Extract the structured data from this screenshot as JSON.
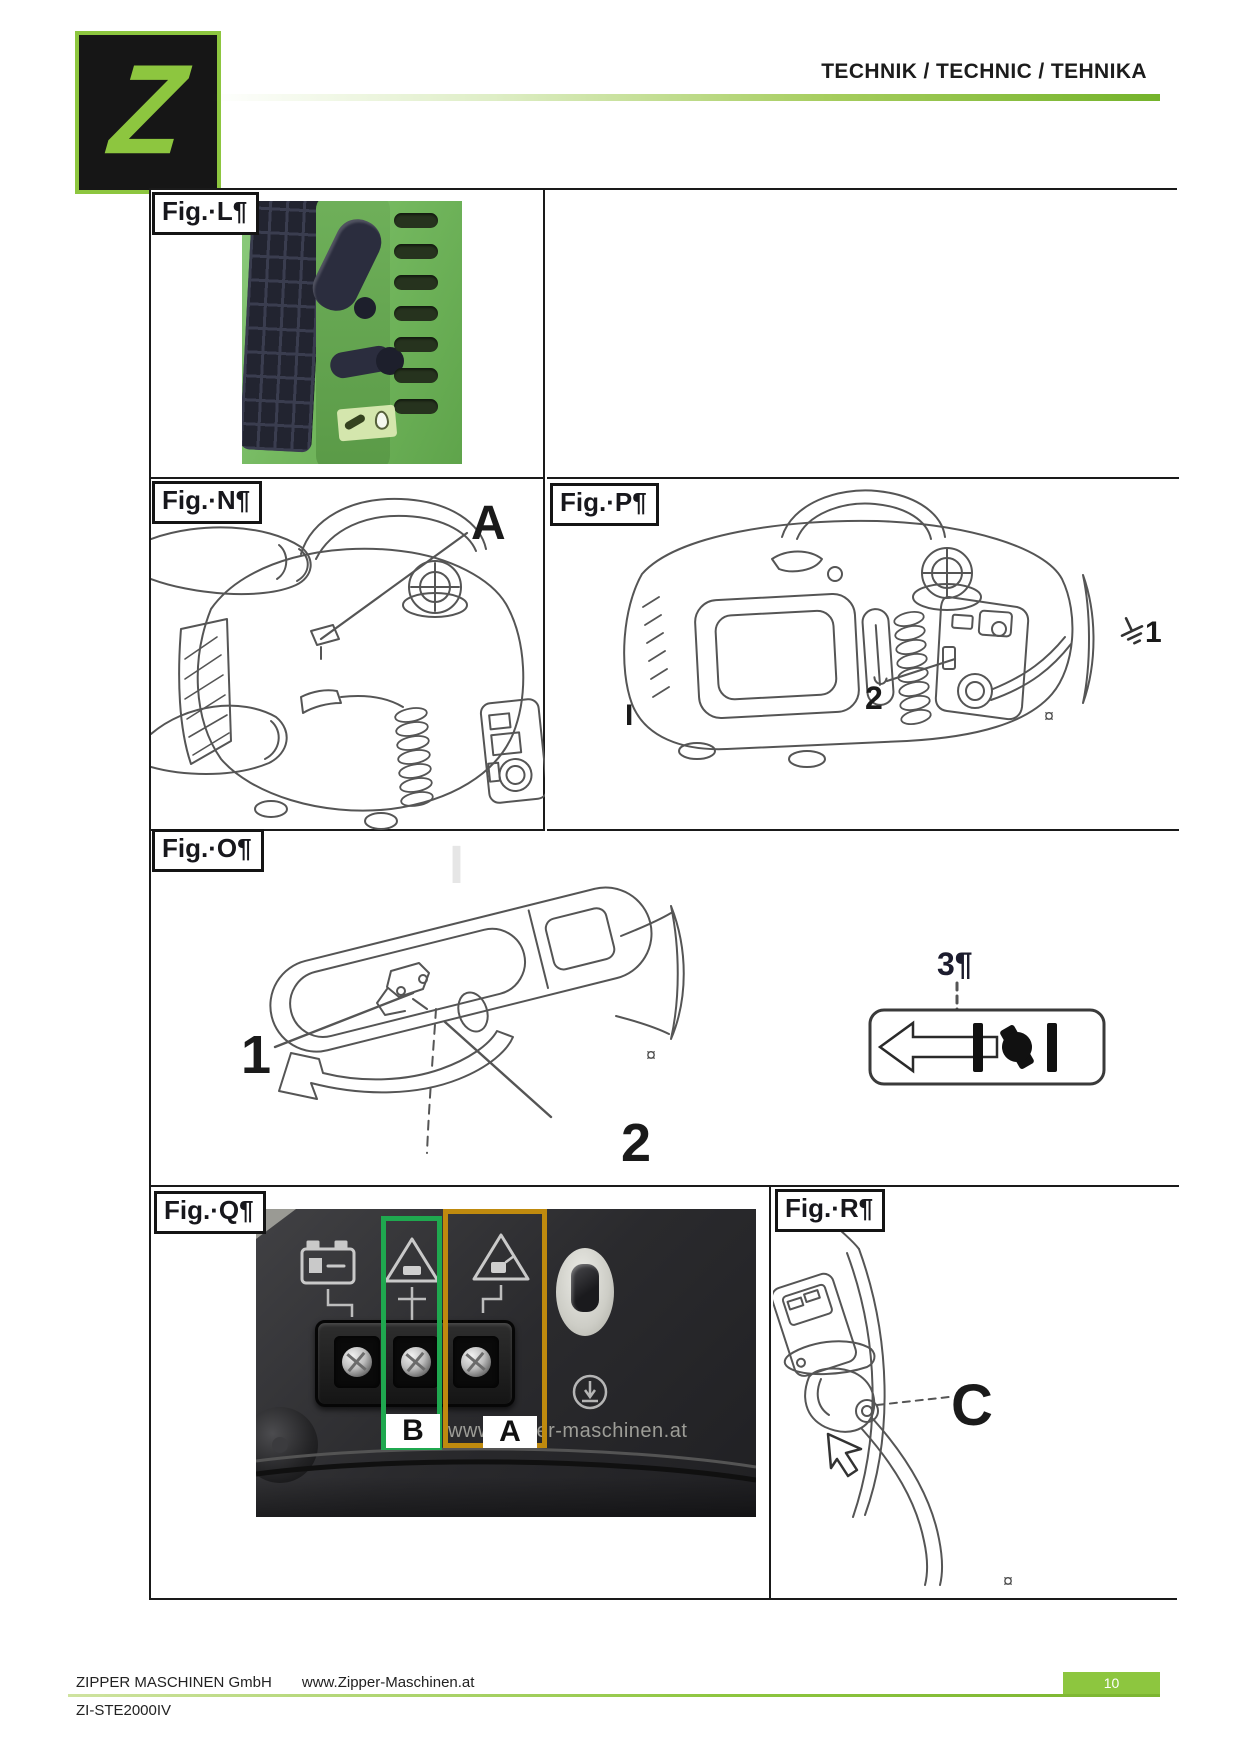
{
  "header": {
    "title": "TECHNIK / TECHNIC / TEHNIKA",
    "logo_letter": "Z",
    "accent_green": "#8dc63f"
  },
  "figures": {
    "l": {
      "label": "Fig.·L¶"
    },
    "n": {
      "label": "Fig.·N¶",
      "callout_a": "A"
    },
    "p": {
      "label": "Fig.·P¶",
      "callout_1": "1",
      "callout_2": "2",
      "switch_mark": "I",
      "cell_mark": "¤"
    },
    "o": {
      "label": "Fig.·O¶",
      "callout_1": "1",
      "callout_2": "2",
      "callout_3": "3¶",
      "ghost_mark": "I",
      "cell_mark": "¤"
    },
    "q": {
      "label": "Fig.·Q¶",
      "terminal_b": "B",
      "terminal_a": "A",
      "watermark": "www.zipper-maschinen.at",
      "highlight_b_color": "#1fa84f",
      "highlight_a_color": "#bf8a0e"
    },
    "r": {
      "label": "Fig.·R¶",
      "callout_c": "C",
      "cell_mark": "¤"
    }
  },
  "footer": {
    "company": "ZIPPER MASCHINEN GmbH",
    "website": "www.Zipper-Maschinen.at",
    "model": "ZI-STE2000IV",
    "page_number": "10",
    "accent_green": "#8dc63f"
  }
}
